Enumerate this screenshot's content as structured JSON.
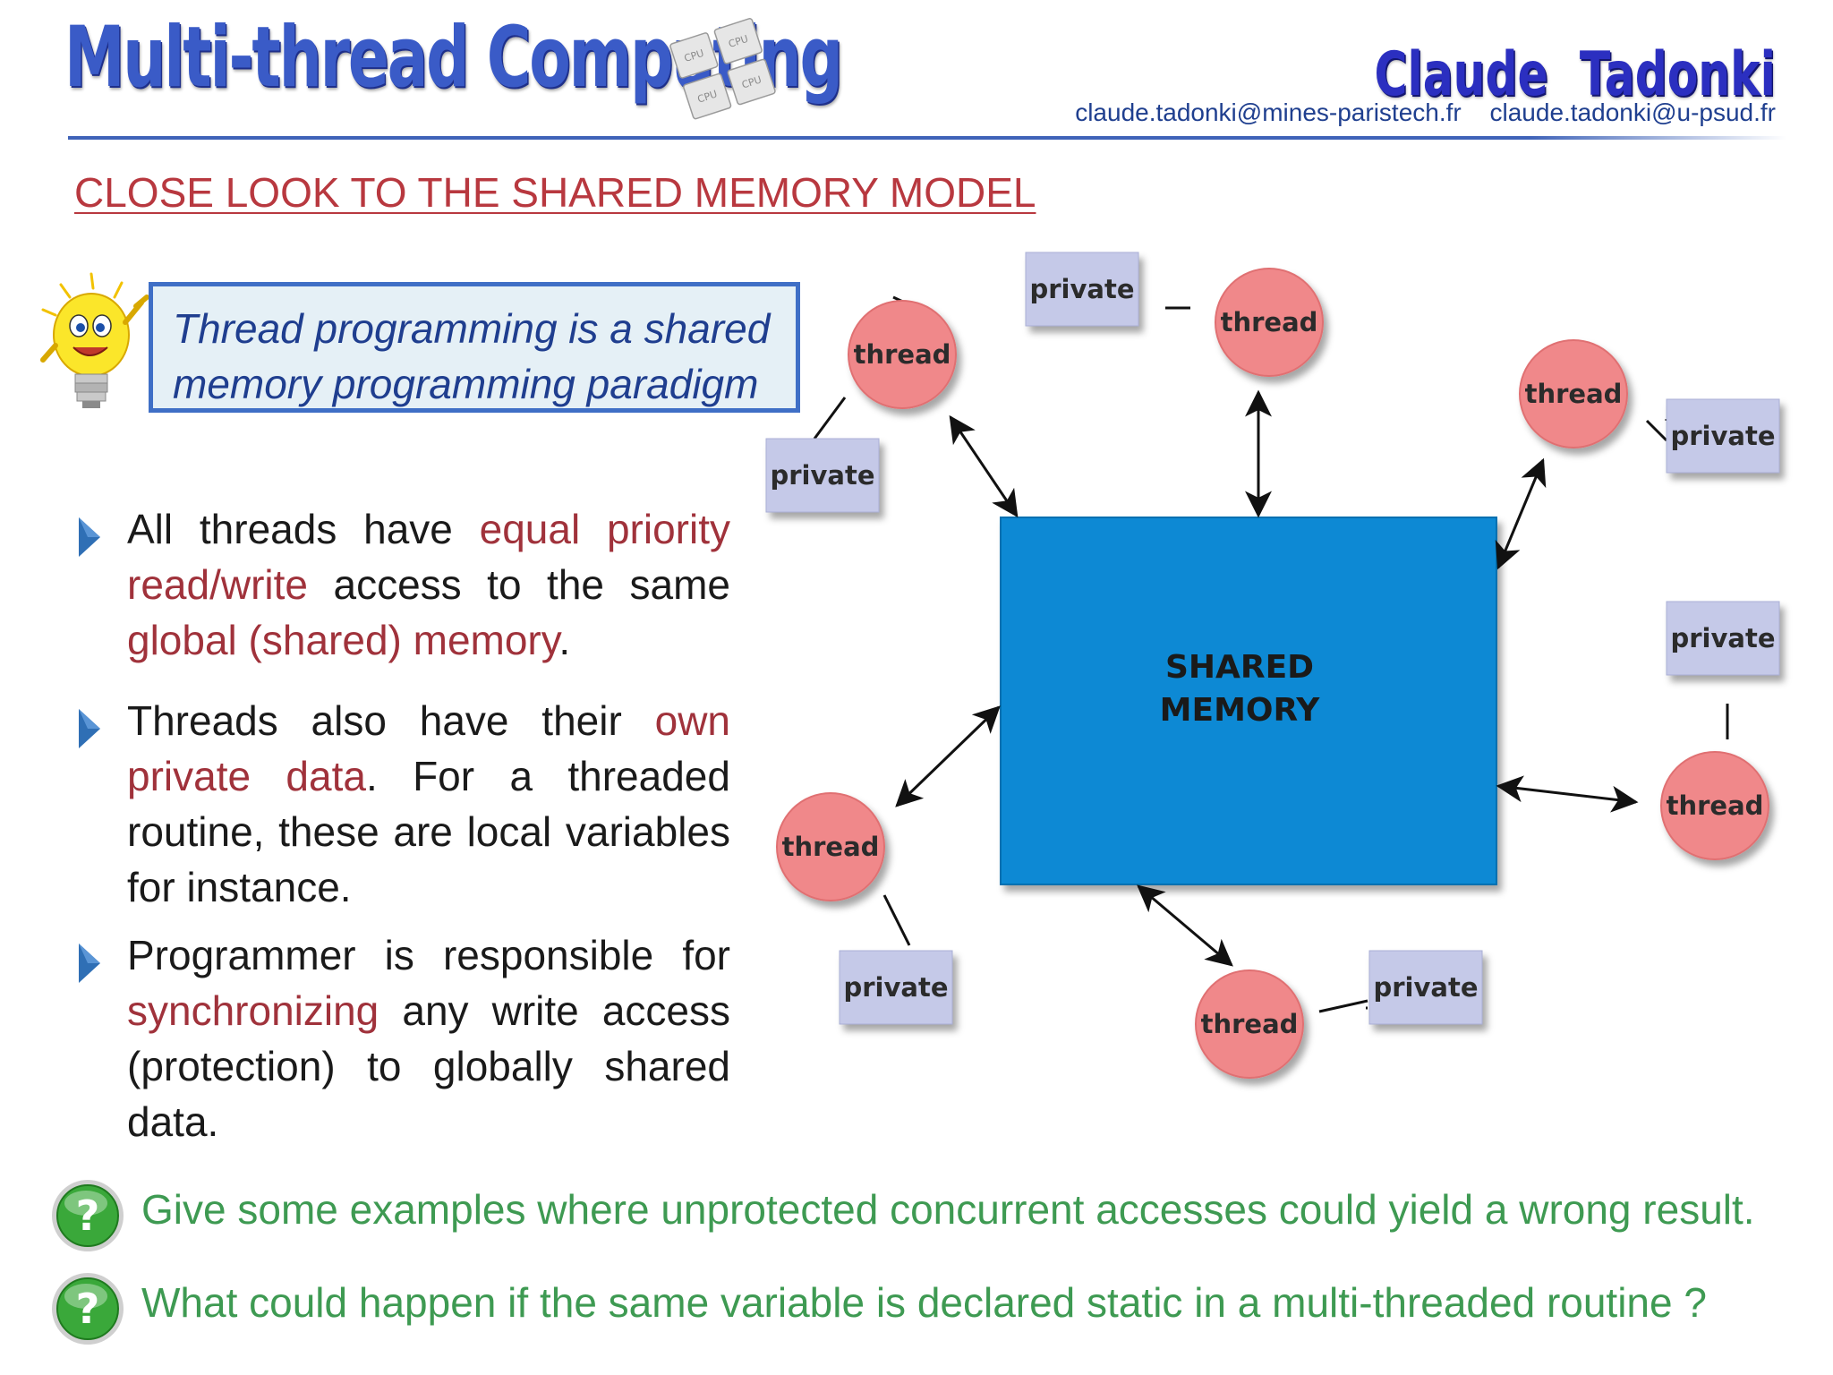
{
  "header": {
    "title": "Multi-thread Computing",
    "cpu_chip_label": "CPU",
    "author": "Claude Tadonki",
    "emails": [
      "claude.tadonki@mines-paristech.fr",
      "claude.tadonki@u-psud.fr"
    ]
  },
  "section_title": "CLOSE LOOK TO THE SHARED MEMORY MODEL",
  "callout": {
    "line1": "Thread programming is a shared",
    "line2": "memory programming paradigm"
  },
  "bullets": [
    {
      "segments": [
        {
          "text": "All threads have ",
          "highlight": false
        },
        {
          "text": "equal priority read/write",
          "highlight": true
        },
        {
          "text": " access to the same ",
          "highlight": false
        },
        {
          "text": "global (shared) memory",
          "highlight": true
        },
        {
          "text": ".",
          "highlight": false
        }
      ]
    },
    {
      "segments": [
        {
          "text": "Threads also have their ",
          "highlight": false
        },
        {
          "text": "own private data",
          "highlight": true
        },
        {
          "text": ". For a threaded routine, these are local variables for instance.",
          "highlight": false
        }
      ]
    },
    {
      "segments": [
        {
          "text": "Programmer is responsible for ",
          "highlight": false
        },
        {
          "text": "synchronizing",
          "highlight": true
        },
        {
          "text": " any write access (protection) to globally shared data.",
          "highlight": false
        }
      ]
    }
  ],
  "questions": [
    "Give some examples where unprotected concurrent accesses could yield a wrong result.",
    "What could happen if the same variable is declared static in a multi-threaded routine ?"
  ],
  "diagram": {
    "shared_memory": [
      "SHARED",
      "MEMORY"
    ],
    "thread_label": "thread",
    "private_label": "private",
    "thread_count": 6
  },
  "colors": {
    "title_blue": "#3a5bc7",
    "section_red": "#b8383f",
    "highlight_red": "#a0323b",
    "question_green": "#3e9a52",
    "shared_memory_blue": "#0a89d4",
    "thread_fill": "#f0888a",
    "private_fill": "#c5c9e8"
  }
}
